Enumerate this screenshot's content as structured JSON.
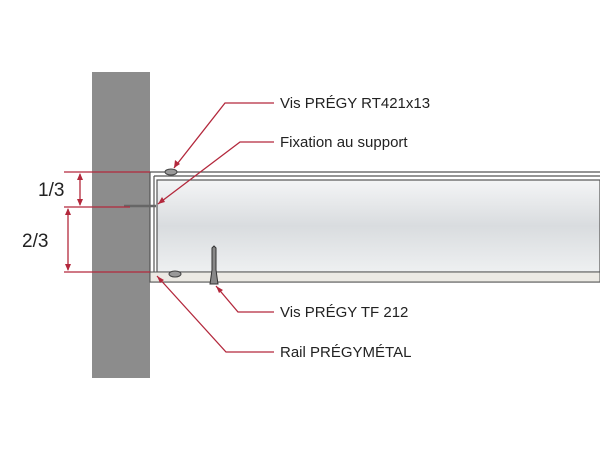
{
  "labels": {
    "screw_top": "Vis PRÉGY RT421x13",
    "fixation": "Fixation au support",
    "screw_bottom": "Vis PRÉGY TF 212",
    "rail": "Rail PRÉGYMÉTAL"
  },
  "dimensions": {
    "upper": "1/3",
    "lower": "2/3"
  },
  "colors": {
    "leader": "#b3283c",
    "wall": "#8c8c8c",
    "outline": "#555555"
  }
}
